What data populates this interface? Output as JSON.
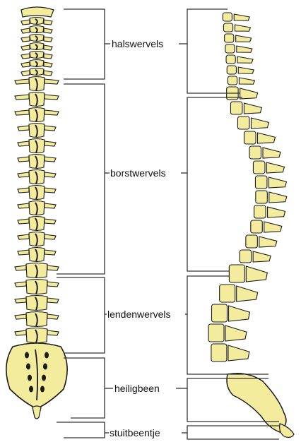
{
  "diagram": {
    "regions": [
      {
        "id": "halswervels",
        "label": "halswervels"
      },
      {
        "id": "borstwervels",
        "label": "borstwervels"
      },
      {
        "id": "lendenwervels",
        "label": "lendenwervels"
      },
      {
        "id": "heiligbeen",
        "label": "heiligbeen"
      },
      {
        "id": "stuitbeentje",
        "label": "stuitbeentje"
      }
    ],
    "colors": {
      "bone": "#f3ec9c",
      "outline": "#1a1a1a",
      "bracket": "#333333",
      "text": "#111111"
    }
  }
}
